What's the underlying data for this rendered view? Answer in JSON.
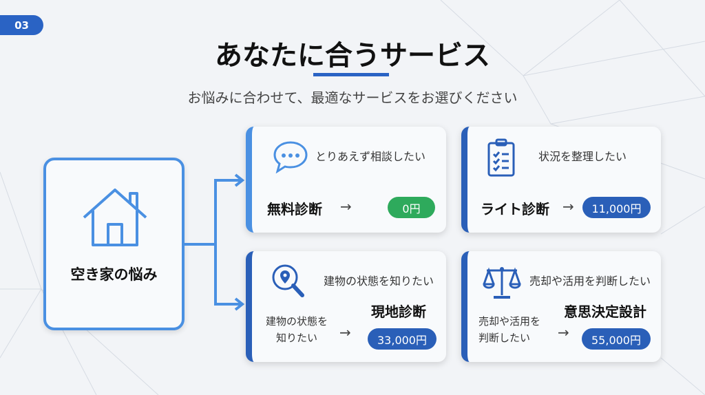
{
  "badge": "03",
  "title": "あなたに合うサービス",
  "subtitle": "お悩みに合わせて、最適なサービスをお選びください",
  "problem": {
    "label": "空き家の悩み",
    "icon": "house-icon"
  },
  "services": [
    {
      "need": "とりあえず相談したい",
      "name": "無料診断",
      "arrow": "→",
      "price": "0円",
      "icon": "chat-bubble-icon",
      "price_color": "#2eaa5c"
    },
    {
      "need": "状況を整理したい",
      "name": "ライト診断",
      "arrow": "→",
      "price": "11,000円",
      "icon": "clipboard-checklist-icon",
      "price_color": "#2a5fb8"
    },
    {
      "need": "建物の状態を知りたい",
      "name": "現地診断",
      "desc1": "建物の状態を",
      "desc2": "知りたい",
      "arrow": "→",
      "price": "33,000円",
      "icon": "location-search-icon",
      "price_color": "#2a5fb8"
    },
    {
      "need": "売却や活用を判断したい",
      "name": "意思決定設計",
      "desc1": "売却や活用を",
      "desc2": "判断したい",
      "arrow": "→",
      "price": "55,000円",
      "icon": "scale-icon",
      "price_color": "#2a5fb8"
    }
  ]
}
